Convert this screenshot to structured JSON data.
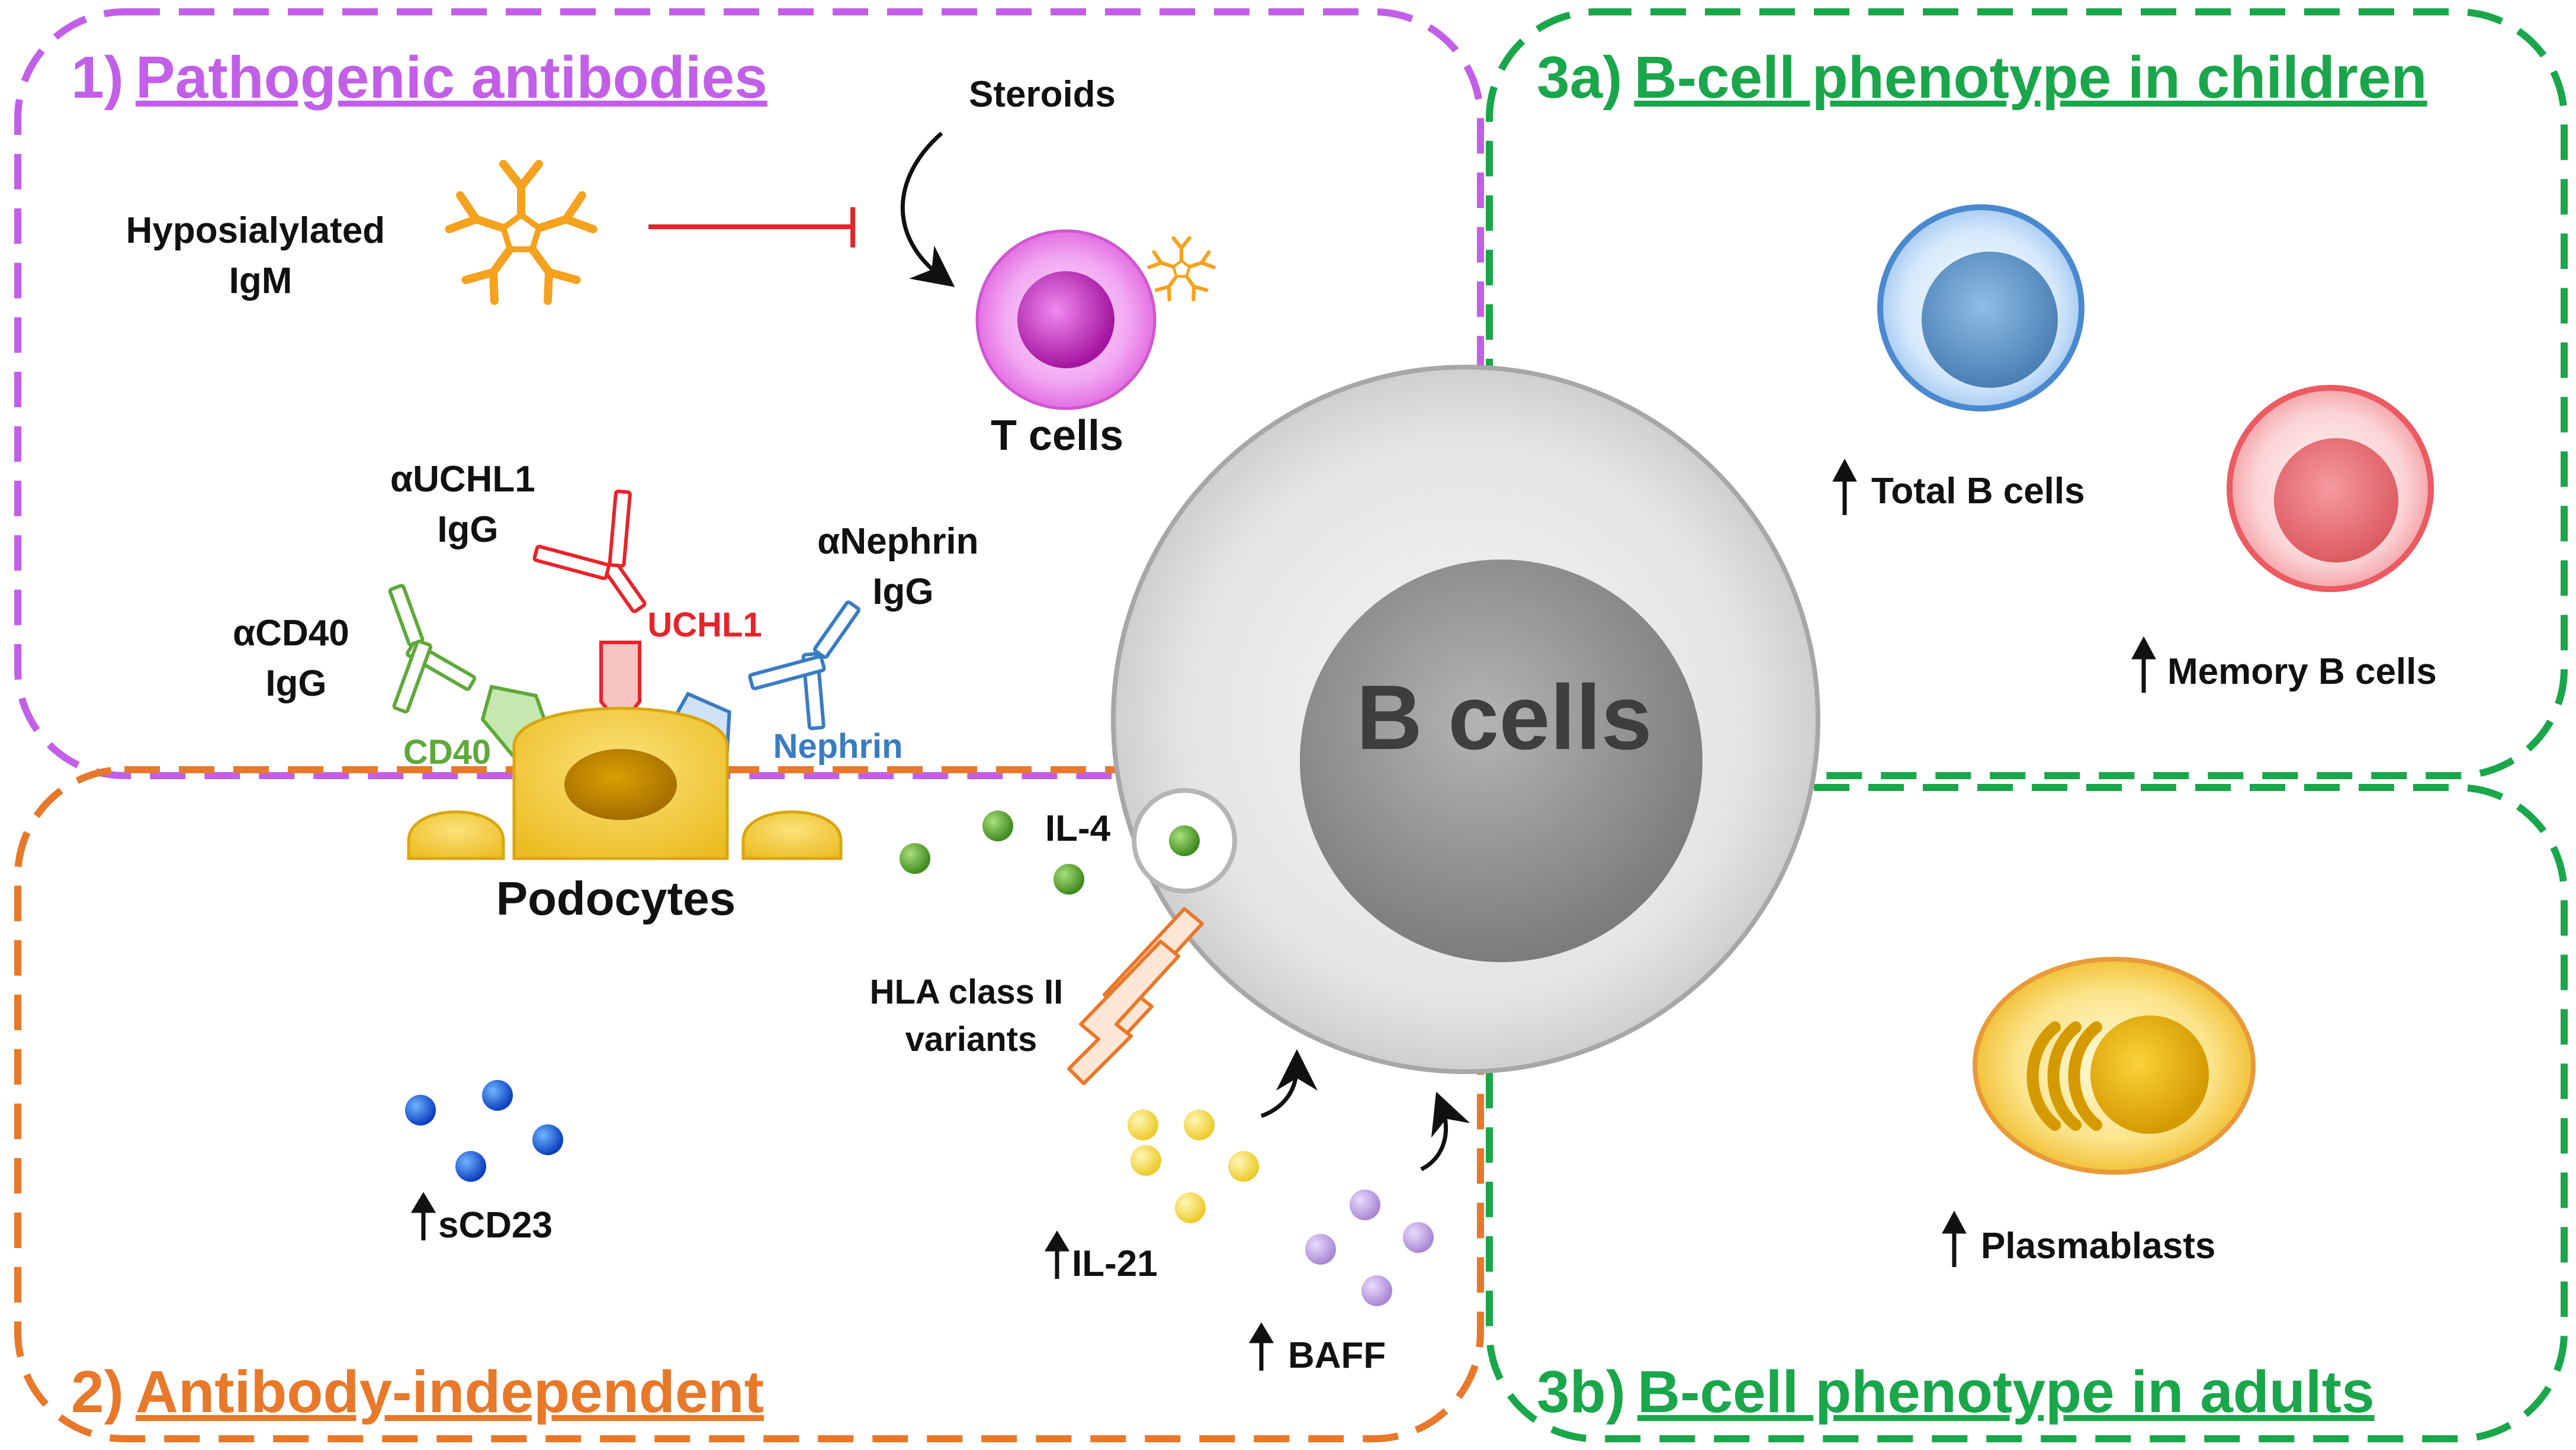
{
  "panels": {
    "p1": {
      "number": "1)",
      "title": "Pathogenic antibodies",
      "color": "#c25fe8"
    },
    "p2": {
      "number": "2)",
      "title": "Antibody-independent",
      "color": "#e8782a"
    },
    "p3a": {
      "number": "3a)",
      "title": "B-cell phenotype in children",
      "color": "#1aa64a"
    },
    "p3b": {
      "number": "3b)",
      "title": "B-cell phenotype in adults",
      "color": "#1aa64a"
    }
  },
  "labels": {
    "steroids": "Steroids",
    "hyposialylated_line1": "Hyposialylated",
    "hyposialylated_line2": "IgM",
    "t_cells": "T cells",
    "uchl1_ab_line1": "αUCHL1",
    "uchl1_ab_line2": "IgG",
    "nephrin_ab_line1": "αNephrin",
    "nephrin_ab_line2": "IgG",
    "cd40_ab_line1": "αCD40",
    "cd40_ab_line2": "IgG",
    "uchl1": "UCHL1",
    "cd40": "CD40",
    "nephrin": "Nephrin",
    "podocytes": "Podocytes",
    "b_cells": "B cells",
    "il4": "IL-4",
    "hla_line1": "HLA class II",
    "hla_line2": "variants",
    "scd23": "sCD23",
    "il21": "IL-21",
    "baff": "BAFF",
    "total_b": "Total B cells",
    "memory_b": "Memory B cells",
    "plasmablasts": "Plasmablasts"
  },
  "colors": {
    "igm": "#f5a21e",
    "uchl1": "#e8232a",
    "nephrin": "#3a7cc2",
    "cd40": "#5fa83a",
    "podocyte": "#f2c83a",
    "t_cell": "#e87de8",
    "b_cell": "#b9b9b9",
    "il4": "#5aa832",
    "scd23": "#1f5fe0",
    "il21": "#f0d23a",
    "baff": "#b596d8",
    "total_b": "#6aa6e0",
    "memory_b": "#f07a80",
    "plasmablast": "#f2c23a",
    "inhibit": "#e8232a"
  }
}
